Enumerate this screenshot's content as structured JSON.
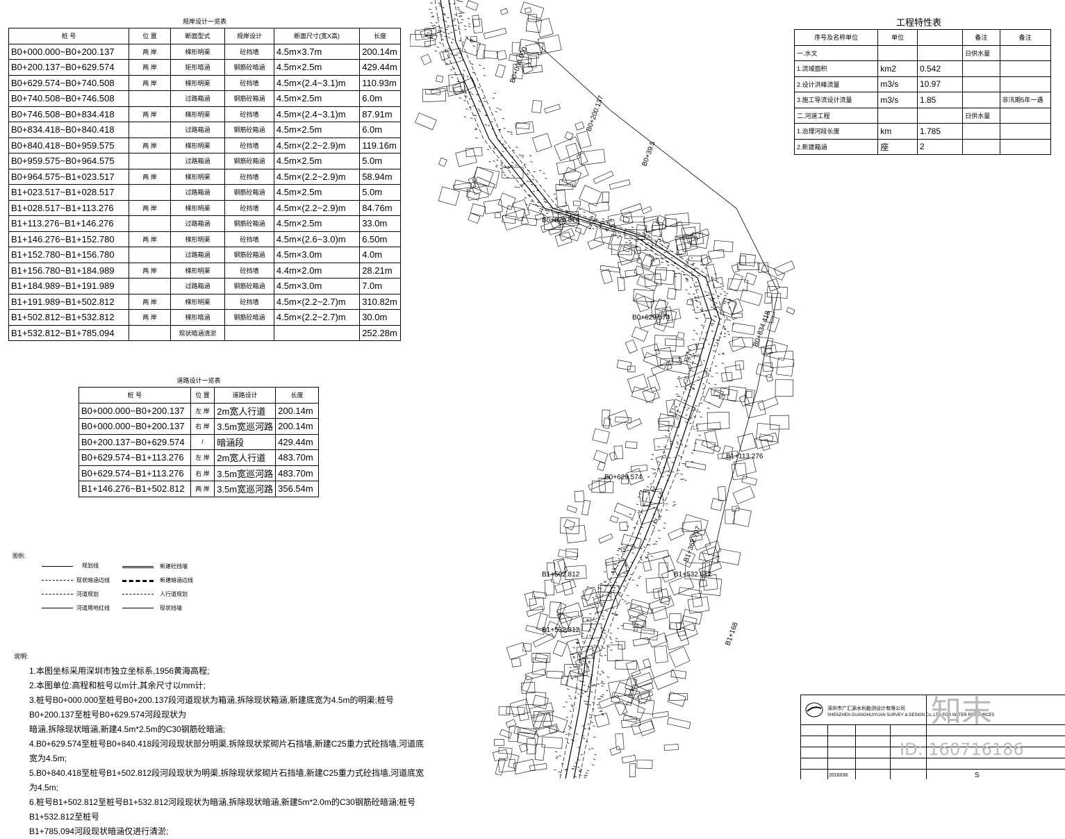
{
  "revetment_table": {
    "title": "规岸设计一览表",
    "headers": [
      "桩  号",
      "位 置",
      "断面型式",
      "规岸设计",
      "断面尺寸(宽X高)",
      "长度"
    ],
    "rows": [
      [
        "B0+000.000~B0+200.137",
        "两 岸",
        "梯形明渠",
        "砼挡墙",
        "4.5m×3.7m",
        "200.14m"
      ],
      [
        "B0+200.137~B0+629.574",
        "两 岸",
        "矩形暗涵",
        "钢筋砼暗涵",
        "4.5m×2.5m",
        "429.44m"
      ],
      [
        "B0+629.574~B0+740.508",
        "两 岸",
        "梯形明渠",
        "砼挡墙",
        "4.5m×(2.4~3.1)m",
        "110.93m"
      ],
      [
        "B0+740.508~B0+746.508",
        "",
        "过路箱涵",
        "钢筋砼箱涵",
        "4.5m×2.5m",
        "6.0m"
      ],
      [
        "B0+746.508~B0+834.418",
        "两 岸",
        "梯形明渠",
        "砼挡墙",
        "4.5m×(2.4~3.1)m",
        "87.91m"
      ],
      [
        "B0+834.418~B0+840.418",
        "",
        "过路箱涵",
        "钢筋砼箱涵",
        "4.5m×2.5m",
        "6.0m"
      ],
      [
        "B0+840.418~B0+959.575",
        "两 岸",
        "梯形明渠",
        "砼挡墙",
        "4.5m×(2.2~2.9)m",
        "119.16m"
      ],
      [
        "B0+959.575~B0+964.575",
        "",
        "过路箱涵",
        "钢筋砼箱涵",
        "4.5m×2.5m",
        "5.0m"
      ],
      [
        "B0+964.575~B1+023.517",
        "两 岸",
        "梯形明渠",
        "砼挡墙",
        "4.5m×(2.2~2.9)m",
        "58.94m"
      ],
      [
        "B1+023.517~B1+028.517",
        "",
        "过路箱涵",
        "钢筋砼箱涵",
        "4.5m×2.5m",
        "5.0m"
      ],
      [
        "B1+028.517~B1+113.276",
        "两 岸",
        "梯形明渠",
        "砼挡墙",
        "4.5m×(2.2~2.9)m",
        "84.76m"
      ],
      [
        "B1+113.276~B1+146.276",
        "",
        "过路箱涵",
        "钢筋砼箱涵",
        "4.5m×2.5m",
        "33.0m"
      ],
      [
        "B1+146.276~B1+152.780",
        "两 岸",
        "梯形明渠",
        "砼挡墙",
        "4.5m×(2.6~3.0)m",
        "6.50m"
      ],
      [
        "B1+152.780~B1+156.780",
        "",
        "过路箱涵",
        "钢筋砼箱涵",
        "4.5m×3.0m",
        "4.0m"
      ],
      [
        "B1+156.780~B1+184.989",
        "两 岸",
        "梯形明渠",
        "砼挡墙",
        "4.4m×2.0m",
        "28.21m"
      ],
      [
        "B1+184.989~B1+191.989",
        "",
        "过路箱涵",
        "钢筋砼箱涵",
        "4.5m×3.0m",
        "7.0m"
      ],
      [
        "B1+191.989~B1+502.812",
        "两 岸",
        "梯形明渠",
        "砼挡墙",
        "4.5m×(2.2~2.7)m",
        "310.82m"
      ],
      [
        "B1+502.812~B1+532.812",
        "两 岸",
        "梯形暗涵",
        "钢筋砼暗涵",
        "4.5m×(2.2~2.7)m",
        "30.0m"
      ],
      [
        "B1+532.812~B1+785.094",
        "",
        "现状暗涵清淤",
        "",
        "",
        "252.28m"
      ]
    ]
  },
  "road_table": {
    "title": "道路设计一览表",
    "headers": [
      "桩  号",
      "位 置",
      "道路设计",
      "长度"
    ],
    "rows": [
      [
        "B0+000.000~B0+200.137",
        "左 岸",
        "2m宽人行道",
        "200.14m"
      ],
      [
        "B0+000.000~B0+200.137",
        "右 岸",
        "3.5m宽巡河路",
        "200.14m"
      ],
      [
        "B0+200.137~B0+629.574",
        "/",
        "暗涵段",
        "429.44m"
      ],
      [
        "B0+629.574~B1+113.276",
        "左 岸",
        "2m宽人行道",
        "483.70m"
      ],
      [
        "B0+629.574~B1+113.276",
        "右 岸",
        "3.5m宽巡河路",
        "483.70m"
      ],
      [
        "B1+146.276~B1+502.812",
        "两 岸",
        "3.5m宽巡河路",
        "356.54m"
      ]
    ]
  },
  "characteristics_table": {
    "title": "工程特性表",
    "headers": [
      "序号及名称单位",
      "单位",
      "",
      "备注",
      "备注"
    ],
    "rows": [
      [
        "一.水文",
        "",
        "",
        "日供水量",
        ""
      ],
      [
        "1.流域面积",
        "km2",
        "0.542",
        "",
        ""
      ],
      [
        "2.设计洪峰流量",
        "m3/s",
        "10.97",
        "",
        ""
      ],
      [
        "3.施工导流设计流量",
        "m3/s",
        "1.85",
        "",
        "非汛期5年一遇"
      ],
      [
        "二.河道工程",
        "",
        "",
        "日供水量",
        ""
      ],
      [
        "1.治理河段长度",
        "km",
        "1.785",
        "",
        ""
      ],
      [
        "2.新建箱涵",
        "座",
        "2",
        "",
        ""
      ]
    ]
  },
  "map": {
    "labels": [
      {
        "text": "B0+000.000"
      },
      {
        "text": "B0+200.137"
      },
      {
        "text": "B0+39.5"
      },
      {
        "text": "B0+629.574"
      },
      {
        "text": "B0+629.574"
      },
      {
        "text": "B0+834.418"
      },
      {
        "text": "B1+113.276"
      },
      {
        "text": "B0+629.574"
      },
      {
        "text": "B1+362.797"
      },
      {
        "text": "B1+502.812"
      },
      {
        "text": "B1+532.812"
      },
      {
        "text": "B1+532.812"
      },
      {
        "text": "B1+168"
      }
    ]
  },
  "legend": {
    "title": "图例:",
    "items": [
      "规划线",
      "现状暗涵边线",
      "河道规划",
      "河道用地红线",
      "新建砼挡墙",
      "新建暗涵边线",
      "人行道规划",
      "现状挡墙"
    ]
  },
  "notes": {
    "title": "说明:",
    "lines": [
      "1.本图坐标采用深圳市独立坐标系,1956黄海高程;",
      "2.本图单位:高程和桩号以m计,其余尺寸以mm计;",
      "3.桩号B0+000.000至桩号B0+200.137段河道现状为箱涵,拆除现状箱涵,新建底宽为4.5m的明渠;桩号B0+200.137至桩号B0+629.574河段现状为",
      "暗涵,拆除现状暗涵,新建4.5m*2.5m的C30钢筋砼暗涵;",
      "4.B0+629.574至桩号B0+840.418段河段现状部分明渠,拆除现状浆砌片石挡墙,新建C25重力式砼挡墙,河道底宽为4.5m;",
      "5.B0+840.418至桩号B1+502.812段河段现状为明渠,拆除现状浆砌片石挡墙,新建C25重力式砼挡墙,河道底宽为4.5m;",
      "6.桩号B1+502.812至桩号B1+532.812河段现状为暗涵,拆除现状暗涵,新建5m*2.0m的C30钢筋砼暗涵;桩号B1+532.812至桩号",
      "B1+785.094河段现状暗涵仅进行清淤;"
    ]
  },
  "title_block": {
    "company_cn": "深圳市广汇源水利勘测设计有限公司",
    "company_en": "SHENZHEN GUANGHUIYUAN SURVEY & DESIGN Co.,LTD FOR WATER RESOURCES",
    "date": "2016036",
    "sheet": "S"
  },
  "watermark": {
    "logo_text": "知末",
    "id_text": "ID: 160716186"
  }
}
